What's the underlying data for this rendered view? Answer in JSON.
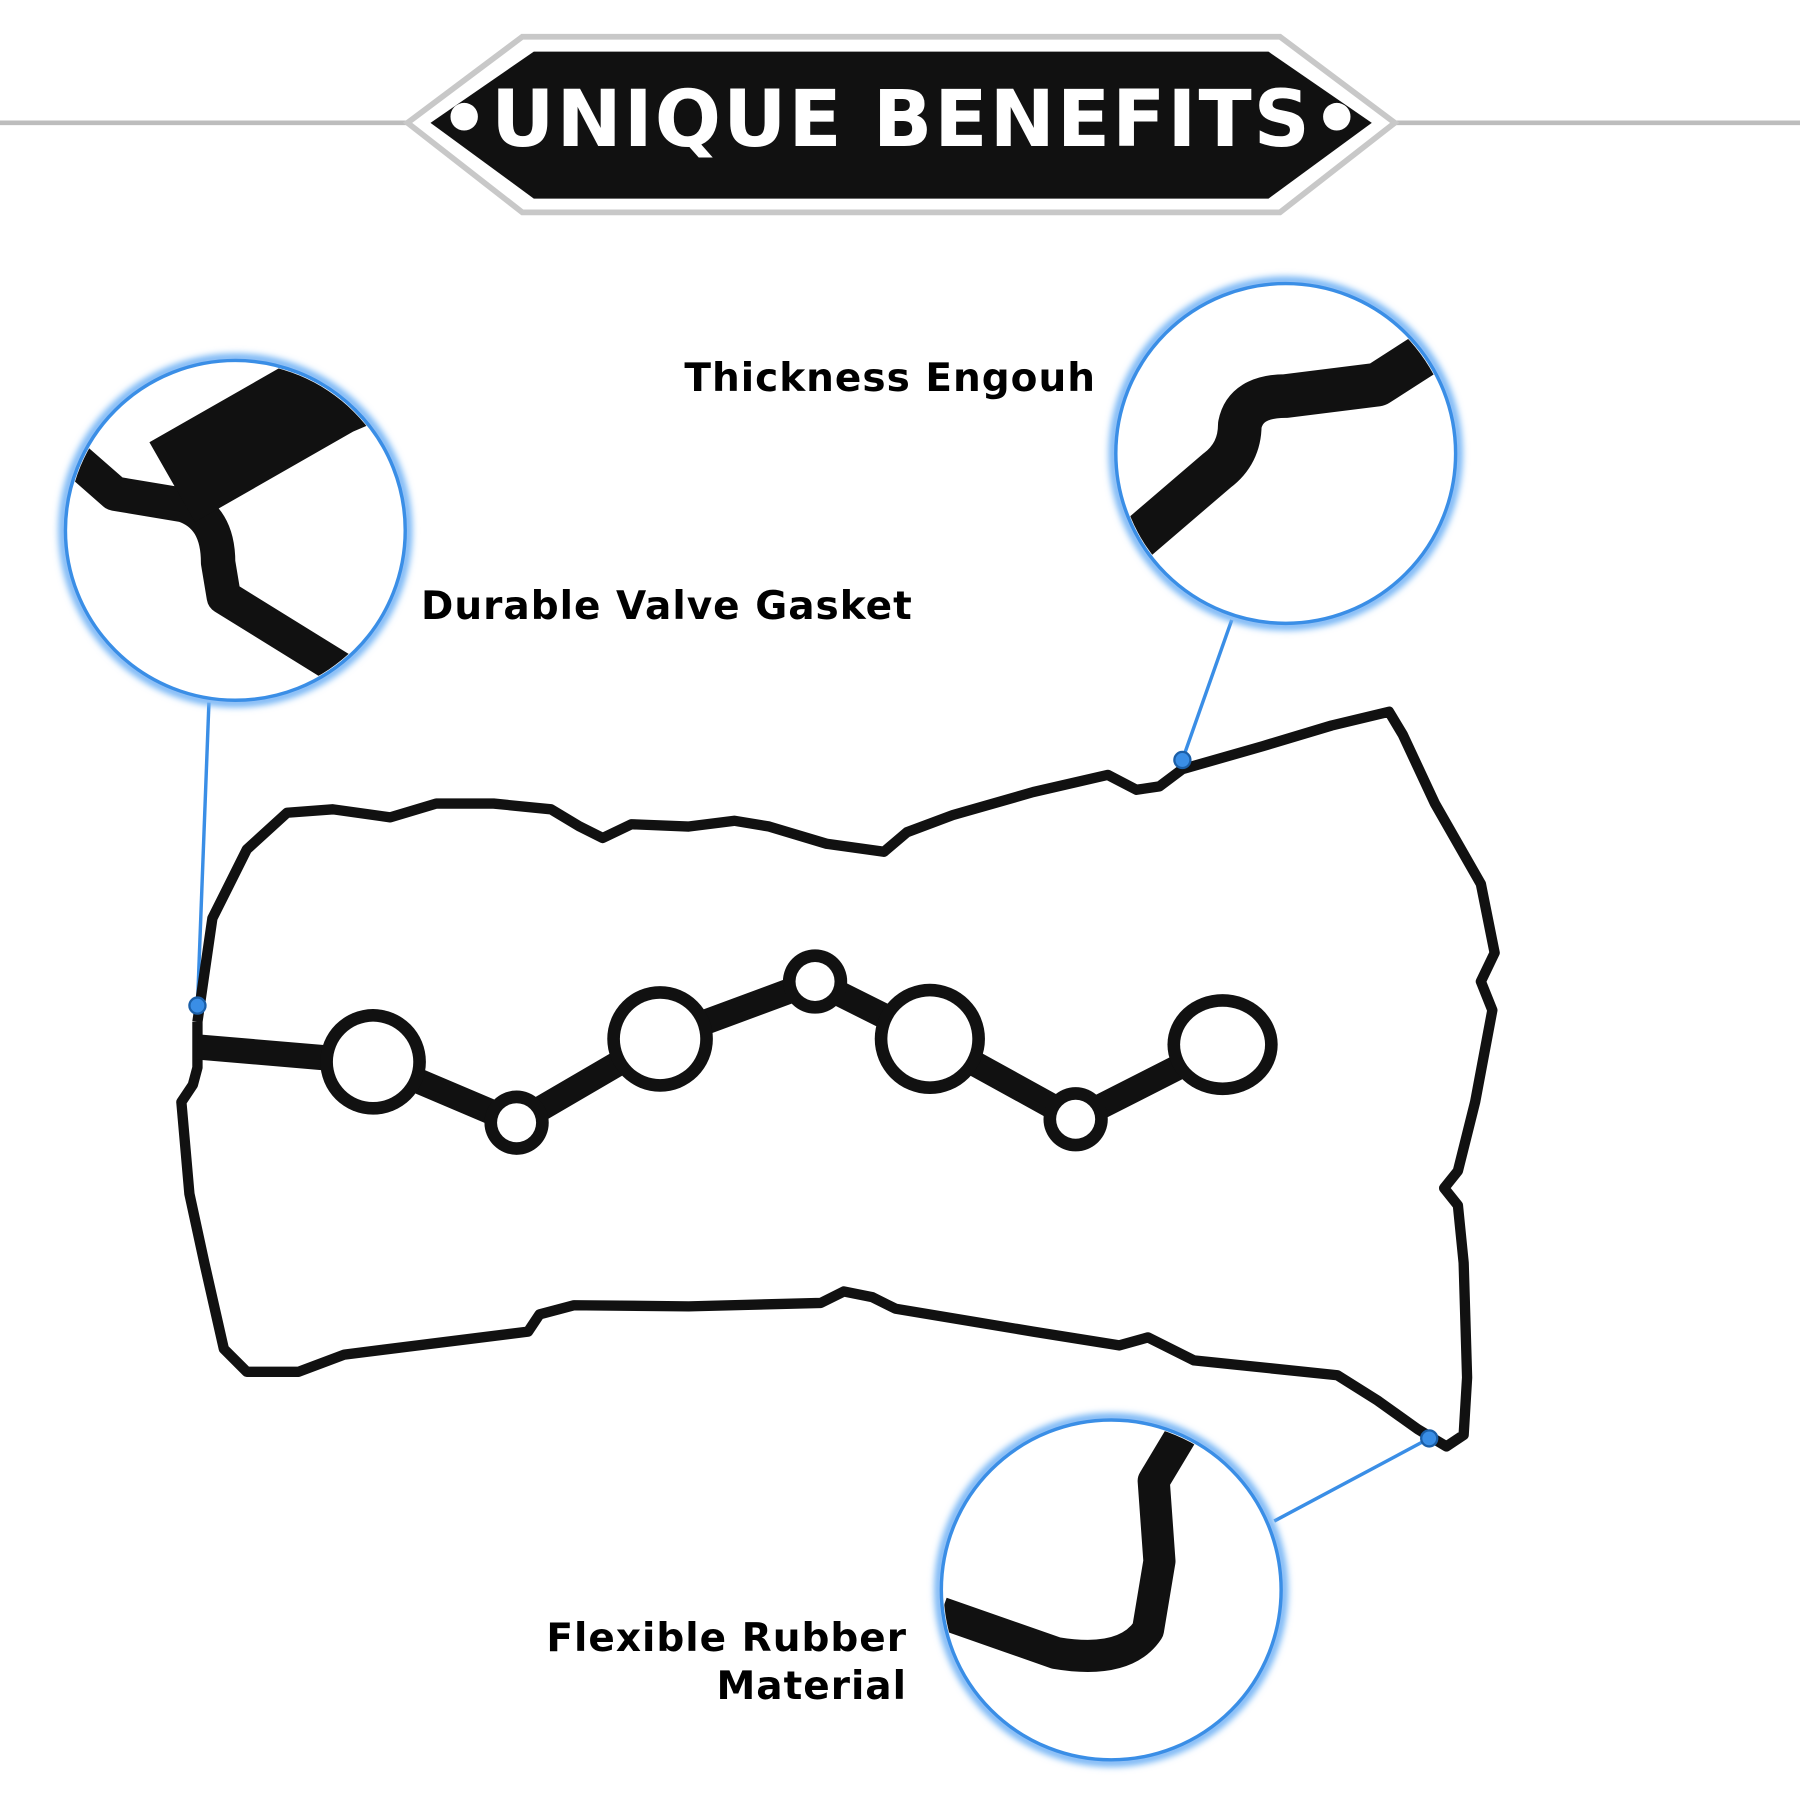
{
  "header": {
    "title": "•UNIQUE BENEFITS•"
  },
  "callouts": {
    "thickness": "Thickness Engouh",
    "durable": "Durable Valve Gasket",
    "flexible_line1": "Flexible Rubber",
    "flexible_line2": "Material"
  },
  "colors": {
    "accent": "#3a8ee6",
    "banner": "#111111",
    "banner_border": "#c8c8c8"
  }
}
